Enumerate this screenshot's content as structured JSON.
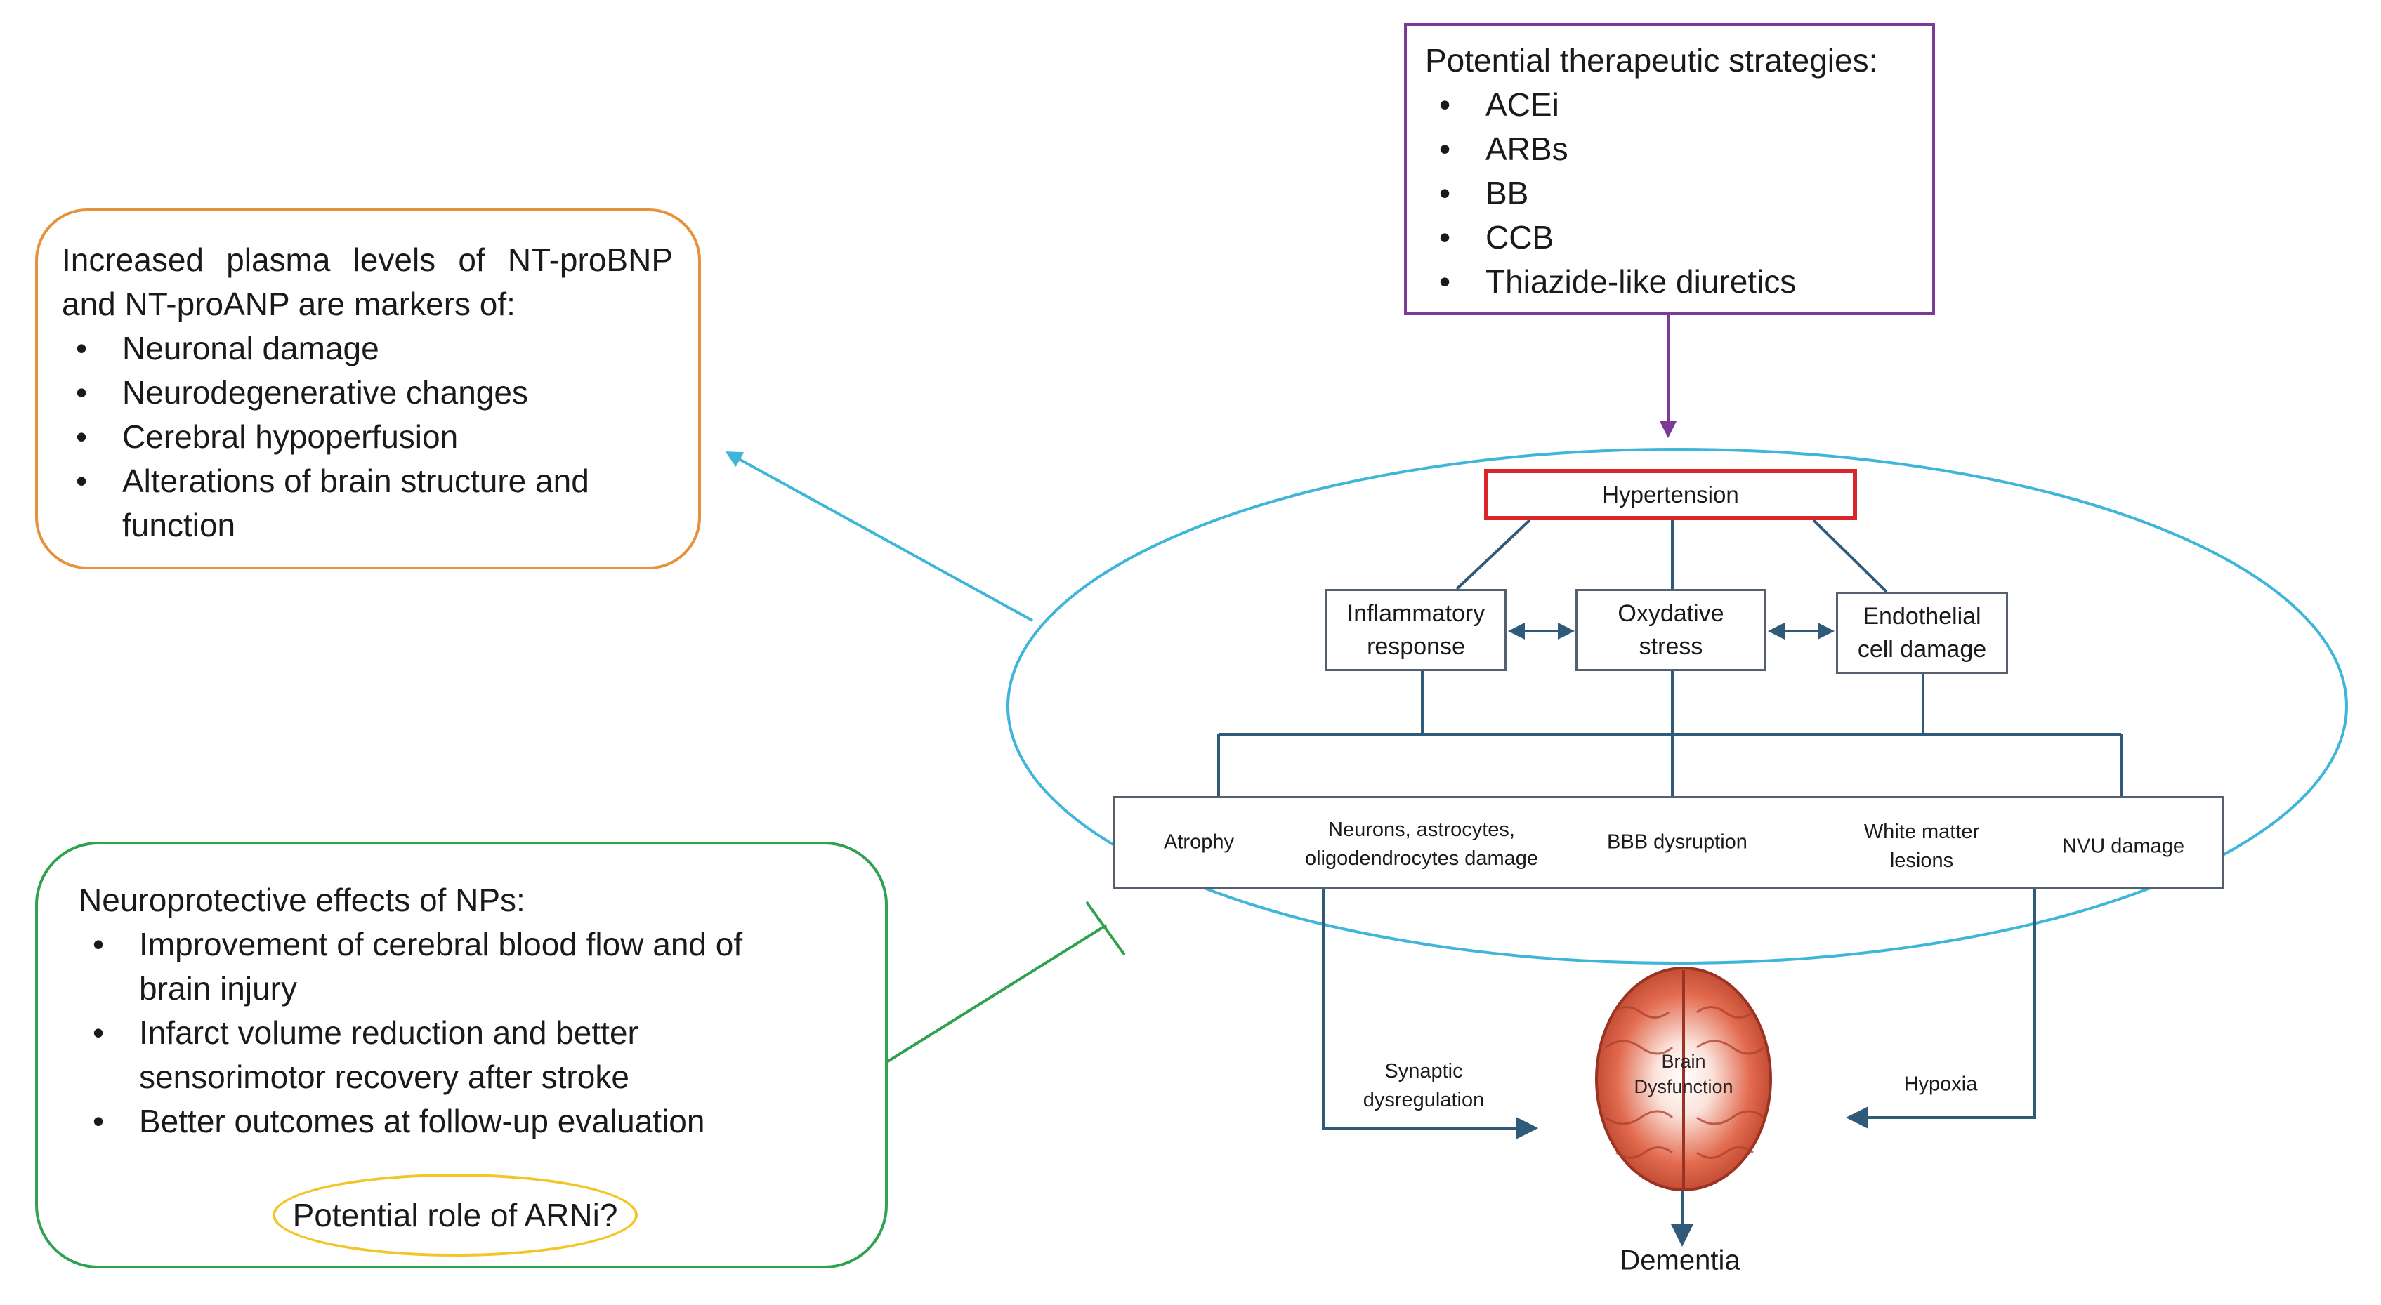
{
  "colors": {
    "markers_border": "#e8913c",
    "therapy_border": "#7b3a96",
    "neuro_border": "#2ea24e",
    "arni_ellipse": "#f2c529",
    "big_ellipse": "#3fb6d9",
    "hypertension_border": "#d9262b",
    "connector": "#2f5a7a",
    "brain": "#d9573f"
  },
  "icons": {
    "brain": "brain-illustration"
  },
  "markers_panel": {
    "intro": "Increased plasma levels of NT-proBNP",
    "intro_line2": "and NT-proANP are markers of:",
    "items": [
      "Neuronal damage",
      "Neurodegenerative changes",
      "Cerebral hypoperfusion",
      "Alterations of brain structure and",
      "function"
    ]
  },
  "therapy_panel": {
    "title": "Potential therapeutic strategies:",
    "items": [
      "ACEi",
      "ARBs",
      "BB",
      "CCB",
      "Thiazide-like diuretics"
    ]
  },
  "neuro_panel": {
    "title": "Neuroprotective effects of NPs:",
    "items": [
      "Improvement of cerebral blood flow and of",
      "brain injury",
      "Infarct volume reduction and better",
      "sensorimotor recovery after stroke",
      "Better outcomes at follow-up evaluation"
    ],
    "question": "Potential role of ARNi?"
  },
  "pathway": {
    "root": "Hypertension",
    "mechanisms": [
      {
        "line1": "Inflammatory",
        "line2": "response"
      },
      {
        "line1": "Oxydative",
        "line2": "stress"
      },
      {
        "line1": "Endothelial",
        "line2": "cell damage"
      }
    ],
    "effects": [
      {
        "line1": "Atrophy",
        "line2": ""
      },
      {
        "line1": "Neurons, astrocytes,",
        "line2": "oligodendrocytes damage"
      },
      {
        "line1": "BBB dysruption",
        "line2": ""
      },
      {
        "line1": "White matter",
        "line2": "lesions"
      },
      {
        "line1": "NVU damage",
        "line2": ""
      }
    ],
    "left_flow": {
      "line1": "Synaptic",
      "line2": "dysregulation"
    },
    "right_flow": "Hypoxia",
    "brain_label": {
      "line1": "Brain",
      "line2": "Dysfunction"
    },
    "outcome": "Dementia"
  }
}
